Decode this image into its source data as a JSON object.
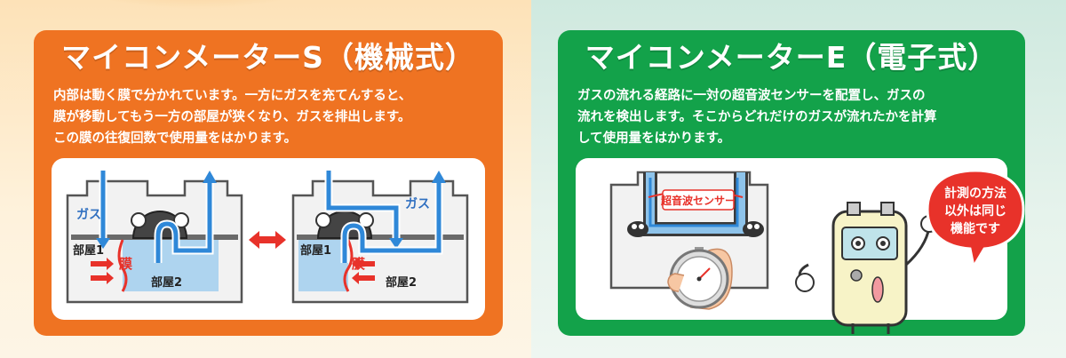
{
  "colors": {
    "mechanical_panel": "#ef7322",
    "electronic_panel": "#13a24a",
    "gas_flow": "#2f88d8",
    "meter_water": "#aed4ef",
    "accent_red": "#e8322a"
  },
  "mechanical": {
    "title": "マイコンメーターS（機械式）",
    "description_lines": [
      "内部は動く膜で分かれています。一方にガスを充てんすると、",
      "膜が移動してもう一方の部屋が狭くなり、ガスを排出します。",
      "この膜の往復回数で使用量をはかります。"
    ],
    "diagram": {
      "gas_label": "ガス",
      "room1_label": "部屋1",
      "membrane_label": "膜",
      "room2_label": "部屋2",
      "swap_icon": "double-arrow-icon"
    }
  },
  "electronic": {
    "title": "マイコンメーターE（電子式）",
    "description_lines": [
      "ガスの流れる経路に一対の超音波センサーを配置し、ガスの",
      "流れを検出します。そこからどれだけのガスが流れたかを計算",
      "して使用量をはかります。"
    ],
    "diagram": {
      "sensor_label": "超音波センサー",
      "stopwatch_icon": "stopwatch-icon"
    },
    "speech_bubble_lines": [
      "計測の方法",
      "以外は同じ",
      "機能です"
    ],
    "mascot_icon": "meter-mascot-icon"
  }
}
